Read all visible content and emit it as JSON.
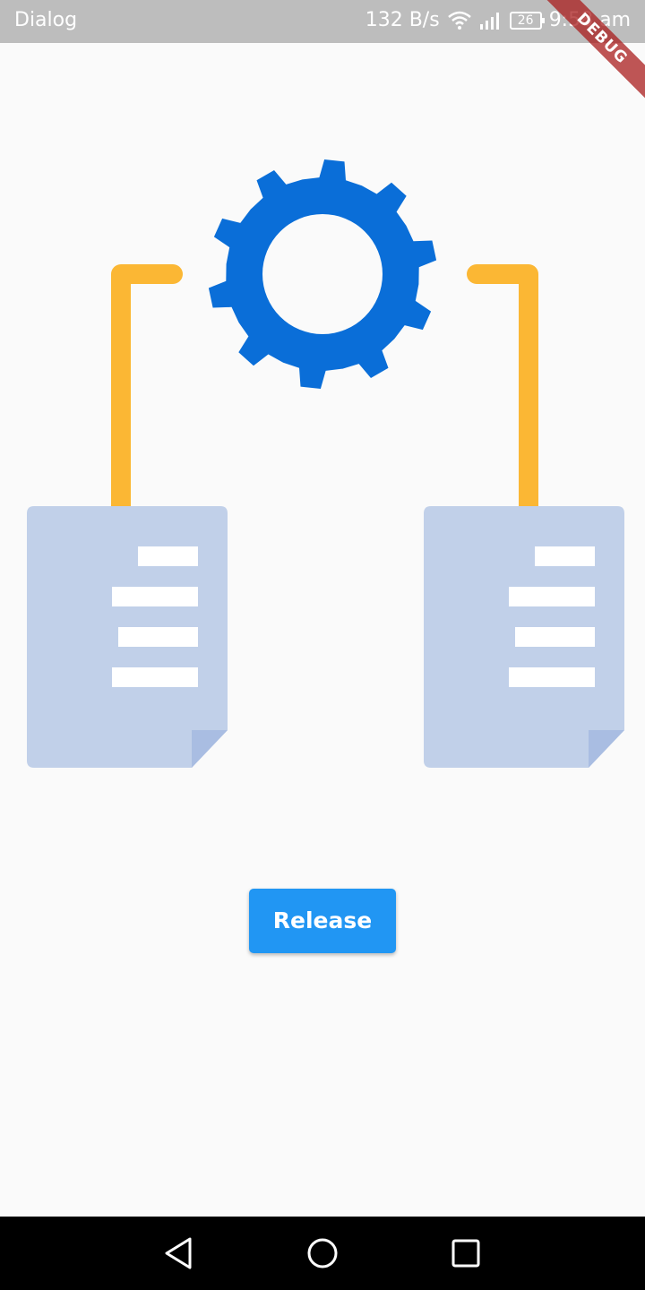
{
  "status_bar": {
    "app_name": "Dialog",
    "network_speed": "132 B/s",
    "battery_level": "26",
    "time": "9:58 am",
    "icons": [
      "wifi-icon",
      "signal-icon",
      "battery-icon"
    ]
  },
  "debug_banner": {
    "label": "DEBUG"
  },
  "illustration": {
    "icons": [
      "gear-icon",
      "document-icon",
      "document-icon"
    ],
    "colors": {
      "gear": "#0a6ed8",
      "connector": "#fbb734",
      "document": "#c1d0e9",
      "document_fold": "#a9bde2",
      "document_lines": "#ffffff"
    }
  },
  "main": {
    "release_label": "Release"
  },
  "colors": {
    "background": "#fafafa",
    "status_bar": "#bdbdbd",
    "button": "#2196f3",
    "nav_bar": "#000000"
  },
  "nav_bar": {
    "icons": [
      "back-icon",
      "home-icon",
      "recents-icon"
    ]
  }
}
